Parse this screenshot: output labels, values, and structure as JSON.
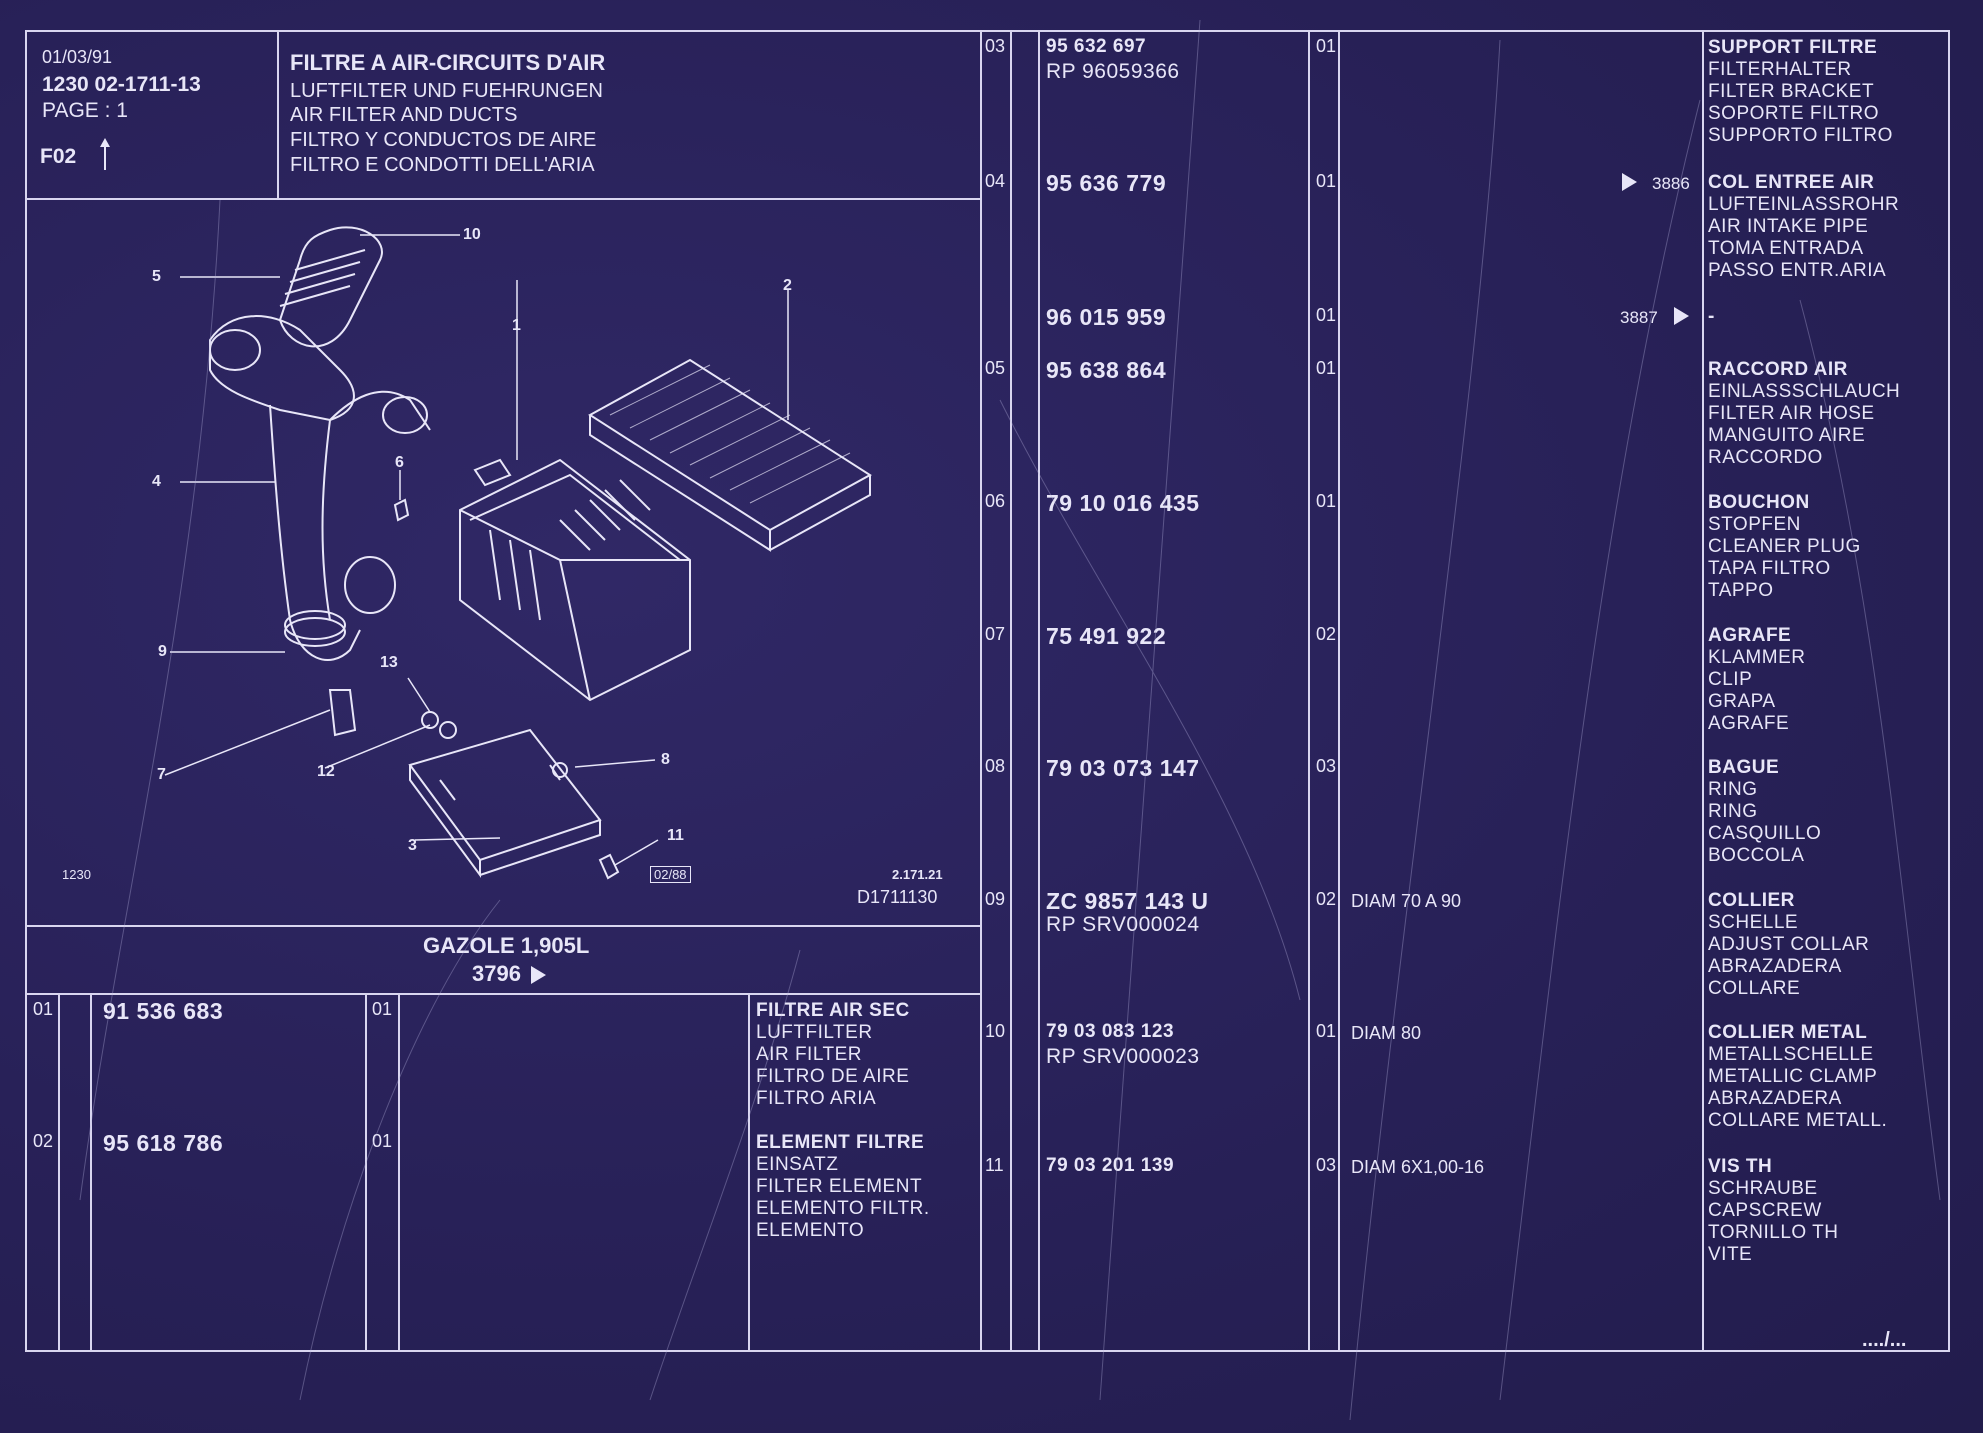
{
  "header": {
    "date": "01/03/91",
    "ref": "1230  02-1711-13",
    "page": "PAGE : 1",
    "code": "F02",
    "titles": [
      "FILTRE A AIR-CIRCUITS D'AIR",
      "LUFTFILTER UND FUEHRUNGEN",
      "AIR FILTER AND DUCTS",
      "FILTRO Y CONDUCTOS DE AIRE",
      "FILTRO E CONDOTTI DELL'ARIA"
    ]
  },
  "diagram": {
    "callouts": [
      "1",
      "2",
      "3",
      "4",
      "5",
      "6",
      "7",
      "8",
      "9",
      "10",
      "11",
      "12",
      "13"
    ],
    "corner_left": "1230",
    "stamp": "02/88",
    "ref_small": "2.171.21",
    "ref_code": "D1711130"
  },
  "engine": {
    "label": "GAZOLE 1,905L",
    "code": "3796"
  },
  "left_rows": [
    {
      "pos": "01",
      "part": "91 536 683",
      "qty": "01",
      "desc": [
        "FILTRE AIR SEC",
        "LUFTFILTER",
        "AIR FILTER",
        "FILTRO DE AIRE",
        "FILTRO ARIA"
      ]
    },
    {
      "pos": "02",
      "part": "95 618 786",
      "qty": "01",
      "desc": [
        "ELEMENT FILTRE",
        "EINSATZ",
        "FILTER ELEMENT",
        "ELEMENTO FILTR.",
        "ELEMENTO"
      ]
    }
  ],
  "right_rows": [
    {
      "pos": "03",
      "part": "95 632 697",
      "part2": "RP  96059366",
      "qty": "01",
      "note": "",
      "mark": "",
      "desc": [
        "SUPPORT FILTRE",
        "FILTERHALTER",
        "FILTER BRACKET",
        "SOPORTE FILTRO",
        "SUPPORTO FILTRO"
      ]
    },
    {
      "pos": "04",
      "part": "95 636 779",
      "part2": "",
      "qty": "01",
      "note": "",
      "mark": "3886",
      "desc": [
        "COL ENTREE AIR",
        "LUFTEINLASSROHR",
        "AIR INTAKE PIPE",
        "TOMA ENTRADA",
        "PASSO ENTR.ARIA"
      ]
    },
    {
      "pos": "",
      "part": "96 015 959",
      "part2": "",
      "qty": "01",
      "note": "",
      "mark": "3887",
      "desc": [
        "-"
      ]
    },
    {
      "pos": "05",
      "part": "95 638 864",
      "part2": "",
      "qty": "01",
      "note": "",
      "mark": "",
      "desc": [
        "RACCORD AIR",
        "EINLASSSCHLAUCH",
        "FILTER AIR HOSE",
        "MANGUITO AIRE",
        "RACCORDO"
      ]
    },
    {
      "pos": "06",
      "part": "79 10 016 435",
      "part2": "",
      "qty": "01",
      "note": "",
      "mark": "",
      "desc": [
        "BOUCHON",
        "STOPFEN",
        "CLEANER PLUG",
        "TAPA FILTRO",
        "TAPPO"
      ]
    },
    {
      "pos": "07",
      "part": "75 491 922",
      "part2": "",
      "qty": "02",
      "note": "",
      "mark": "",
      "desc": [
        "AGRAFE",
        "KLAMMER",
        "CLIP",
        "GRAPA",
        "AGRAFE"
      ]
    },
    {
      "pos": "08",
      "part": "79 03 073 147",
      "part2": "",
      "qty": "03",
      "note": "",
      "mark": "",
      "desc": [
        "BAGUE",
        "RING",
        "RING",
        "CASQUILLO",
        "BOCCOLA"
      ]
    },
    {
      "pos": "09",
      "part": "ZC 9857 143 U",
      "part2": "RP  SRV000024",
      "qty": "02",
      "note": "DIAM 70 A 90",
      "mark": "",
      "desc": [
        "COLLIER",
        "SCHELLE",
        "ADJUST COLLAR",
        "ABRAZADERA",
        "COLLARE"
      ]
    },
    {
      "pos": "10",
      "part": "79 03 083 123",
      "part2": "RP  SRV000023",
      "qty": "01",
      "note": "DIAM 80",
      "mark": "",
      "desc": [
        "COLLIER METAL",
        "METALLSCHELLE",
        "METALLIC CLAMP",
        "ABRAZADERA",
        "COLLARE METALL."
      ]
    },
    {
      "pos": "11",
      "part": "79 03 201 139",
      "part2": "",
      "qty": "03",
      "note": "DIAM 6X1,00-16",
      "mark": "",
      "desc": [
        "VIS TH",
        "SCHRAUBE",
        "CAPSCREW",
        "TORNILLO TH",
        "VITE"
      ]
    }
  ],
  "footer": {
    "continue": "..../..."
  }
}
